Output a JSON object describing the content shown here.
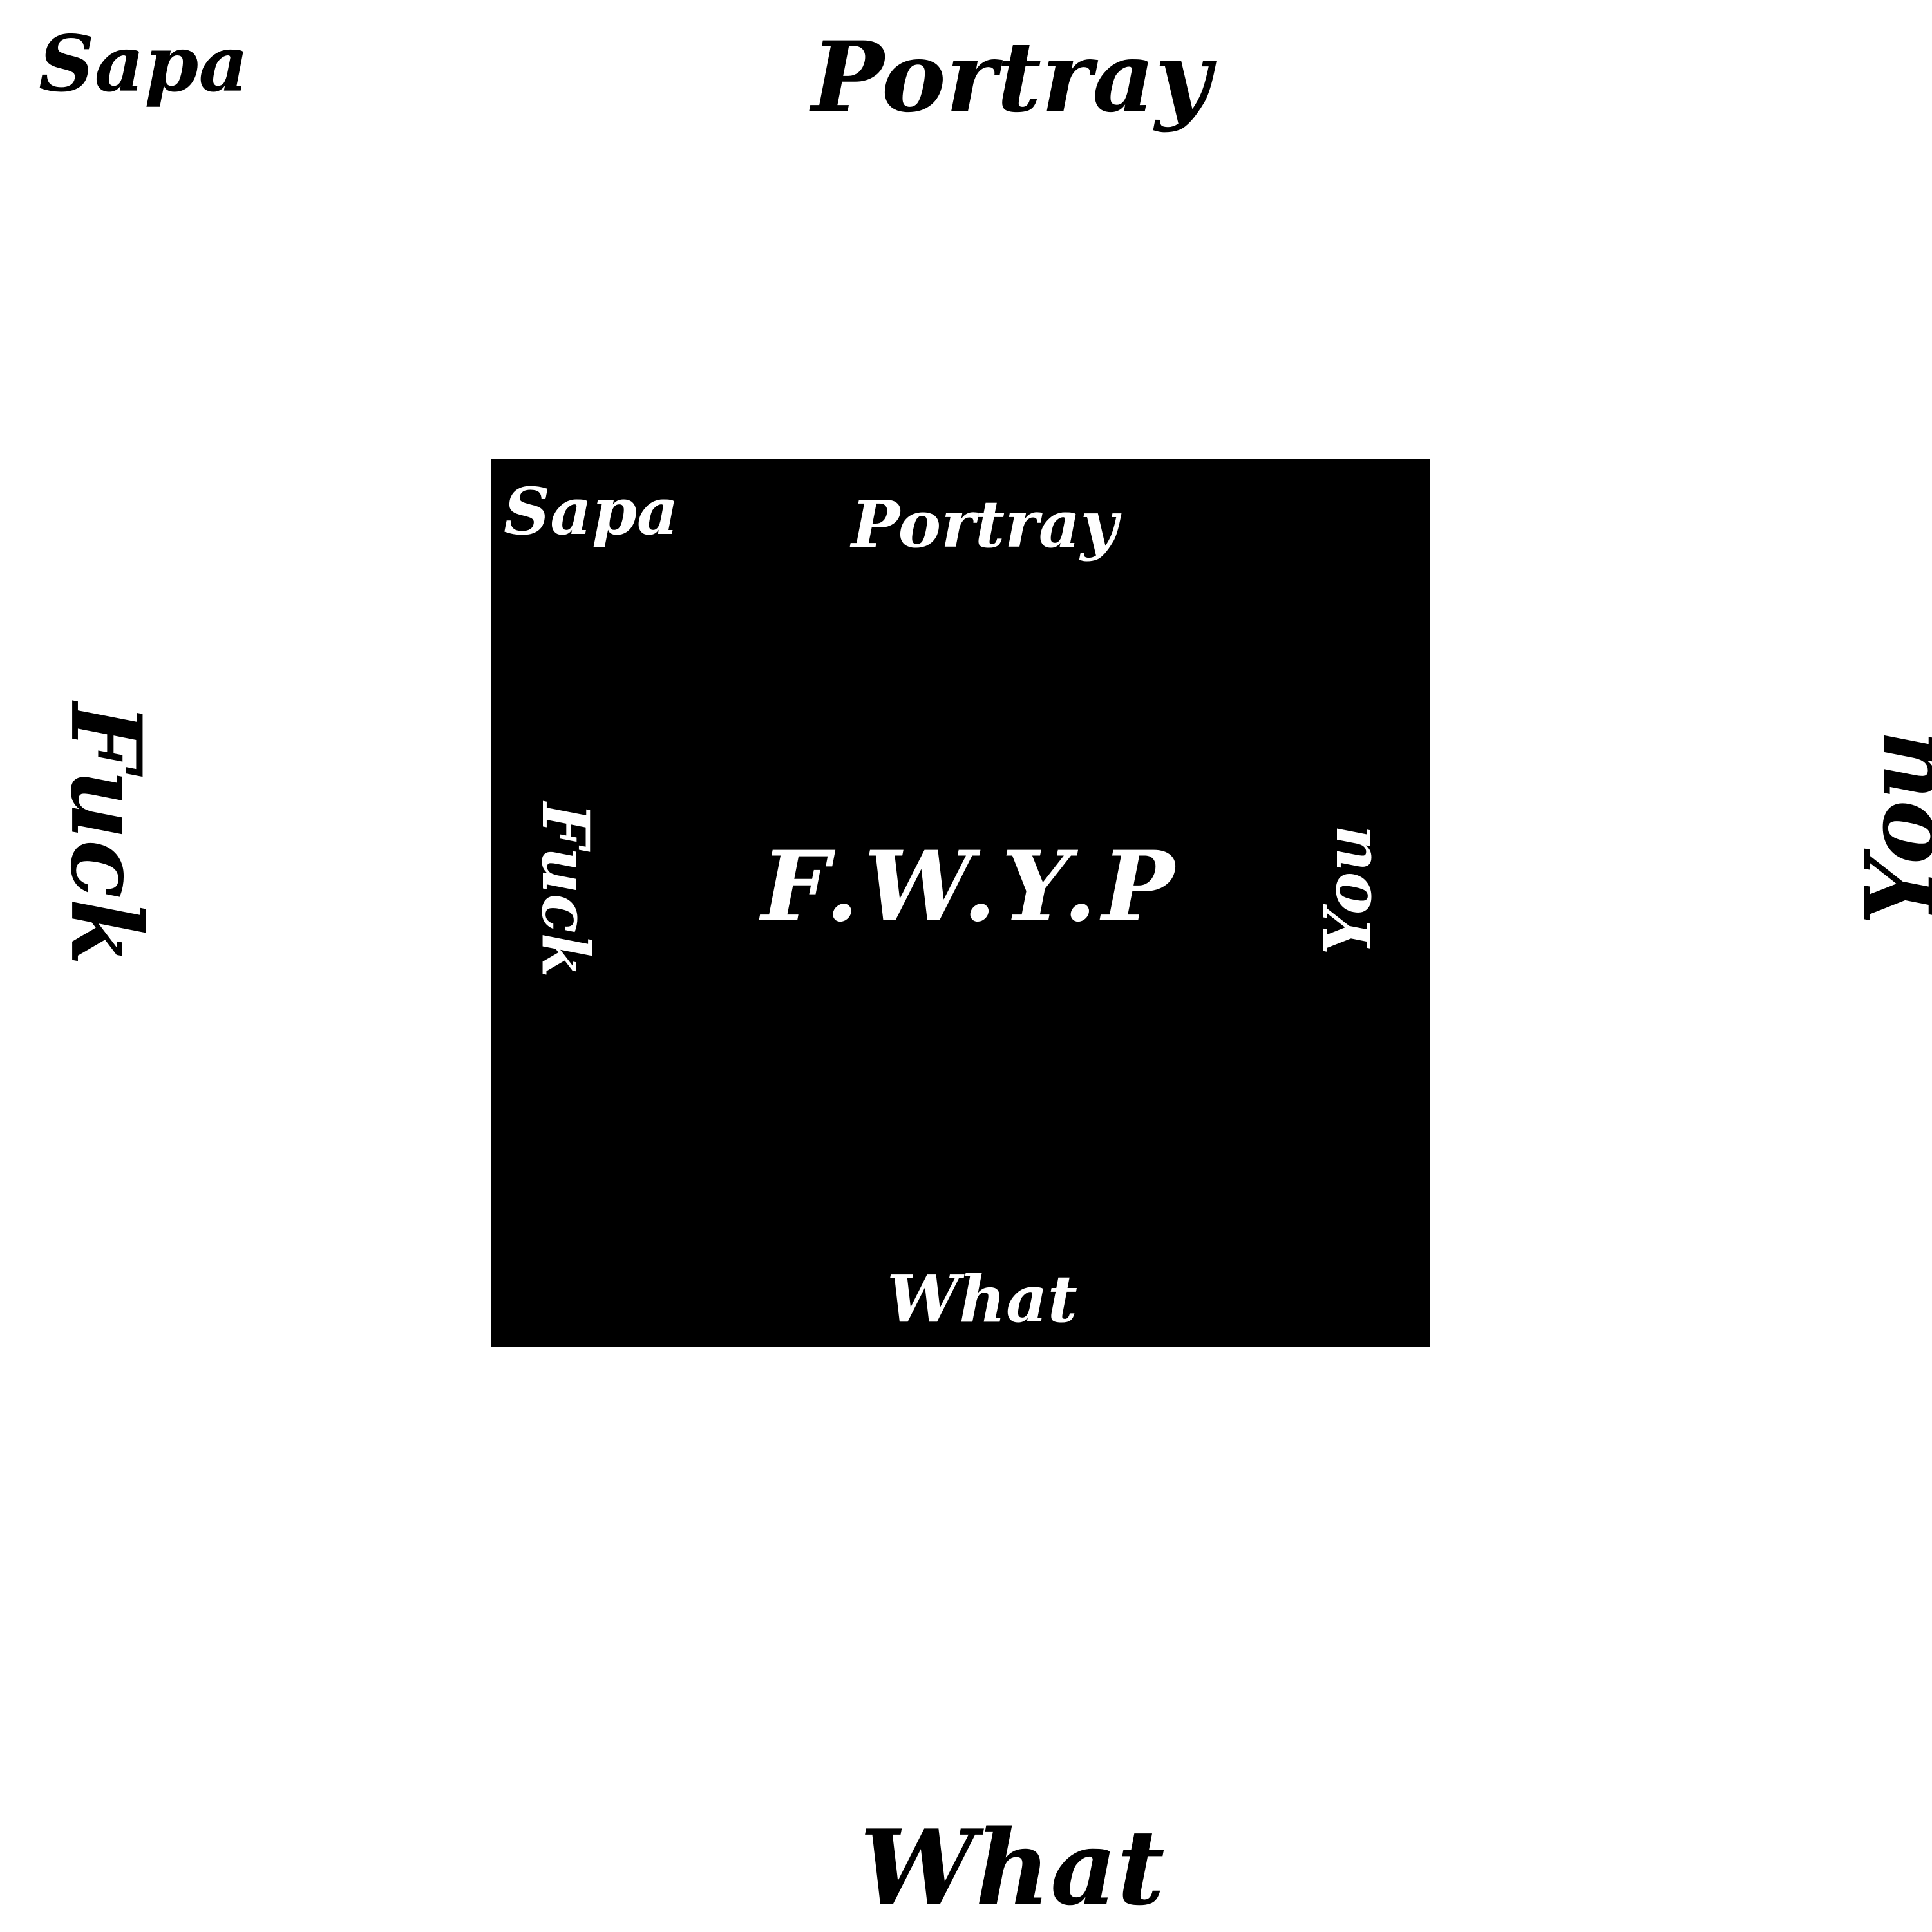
{
  "outer": {
    "top_left": "Sapa",
    "top": "Portray",
    "left": "Fuck",
    "right": "You",
    "bottom": "What"
  },
  "inner": {
    "top_left": "Sapa",
    "top": "Portray",
    "left": "Fuck",
    "right": "You",
    "bottom": "What",
    "center": "F.W.Y.P"
  },
  "colors": {
    "background": "#ffffff",
    "square": "#000000",
    "outer_text": "#000000",
    "inner_text": "#ffffff"
  }
}
